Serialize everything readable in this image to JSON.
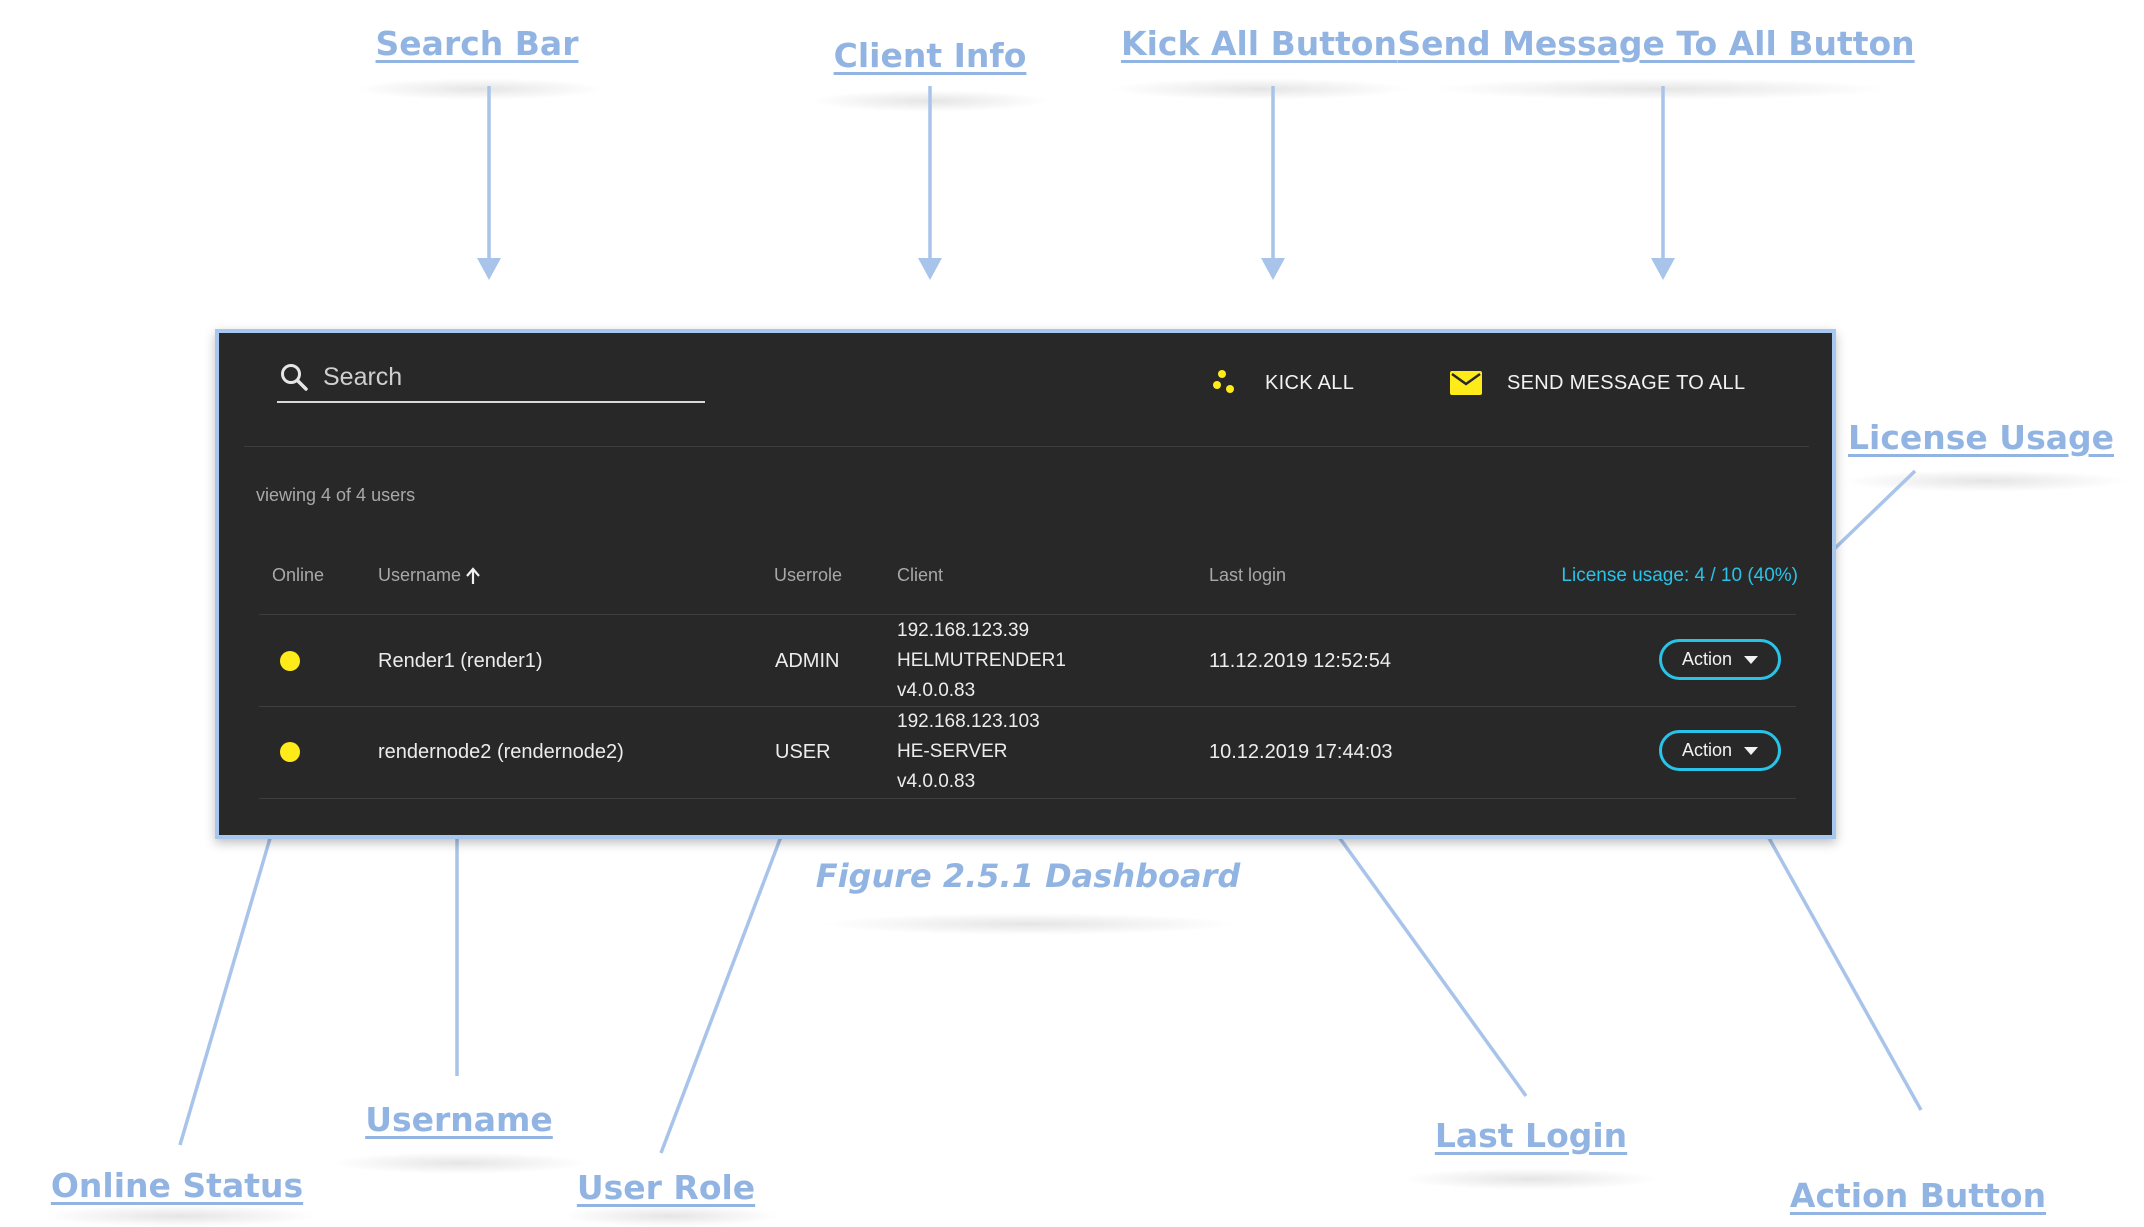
{
  "callouts": {
    "search_bar": "Search Bar",
    "client_info": "Client Info",
    "kick_all": "Kick All Button",
    "send_message": "Send Message To All Button",
    "license_usage": "License Usage",
    "username": "Username",
    "online_status": "Online Status",
    "user_role": "User Role",
    "last_login": "Last  Login",
    "action_button": "Action Button"
  },
  "caption": "Figure 2.5.1 Dashboard",
  "dashboard": {
    "search_placeholder": "Search",
    "kick_all_label": "KICK ALL",
    "send_message_label": "SEND MESSAGE TO ALL",
    "viewing_text": "viewing 4 of 4 users",
    "columns": {
      "online": "Online",
      "username": "Username",
      "userrole": "Userrole",
      "client": "Client",
      "last_login": "Last login"
    },
    "license_usage": "License usage: 4 / 10 (40%)",
    "rows": [
      {
        "username": "Render1 (render1)",
        "role": "ADMIN",
        "client_ip": "192.168.123.39",
        "client_host": "HELMUTRENDER1",
        "client_version": "v4.0.0.83",
        "last_login": "11.12.2019 12:52:54",
        "action": "Action"
      },
      {
        "username": "rendernode2 (rendernode2)",
        "role": "USER",
        "client_ip": "192.168.123.103",
        "client_host": "HE-SERVER",
        "client_version": "v4.0.0.83",
        "last_login": "10.12.2019 17:44:03",
        "action": "Action"
      }
    ]
  },
  "colors": {
    "callout": "#92b4e3",
    "panel_bg": "#282828",
    "online_dot": "#ffeb1a",
    "accent": "#29c3e8"
  },
  "icons": {
    "search": "search-icon",
    "kick": "kick-dots-icon",
    "mail": "mail-icon",
    "sort": "sort-up-arrow-icon",
    "dropdown": "caret-down-icon"
  }
}
